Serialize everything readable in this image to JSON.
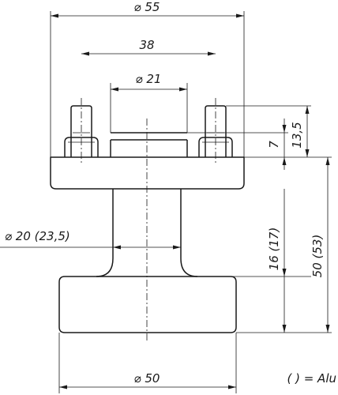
{
  "dimensions": {
    "top_width": "⌀ 55",
    "pin_spacing": "38",
    "inner_diameter": "⌀ 21",
    "step_height": "7",
    "collar_height": "13,5",
    "stem_diameter": "⌀ 20 (23,5)",
    "stem_height": "16 (17)",
    "total_height": "50 (53)",
    "base_diameter": "⌀ 50"
  },
  "legend": "( ) = Alu"
}
